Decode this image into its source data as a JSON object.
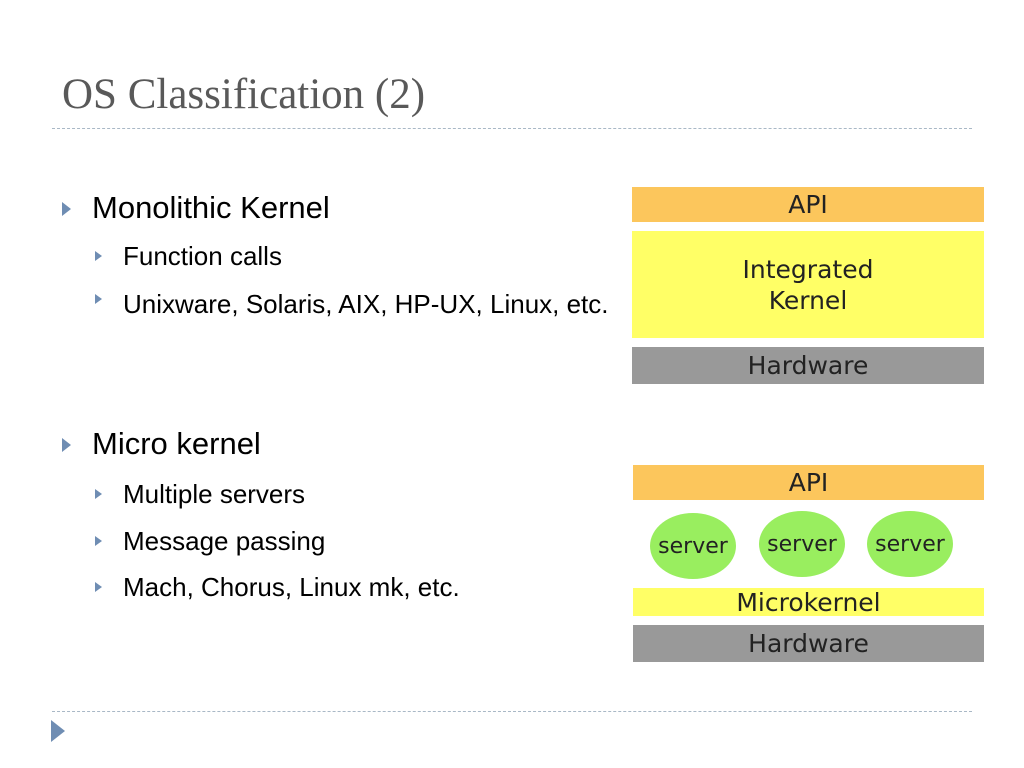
{
  "slide": {
    "title": "OS Classification (2)"
  },
  "bullets": {
    "monolithic": {
      "heading": "Monolithic Kernel",
      "sub": [
        "Function calls",
        "Unixware, Solaris, AIX, HP-UX, Linux, etc."
      ]
    },
    "micro": {
      "heading": "Micro kernel",
      "sub": [
        "Multiple servers",
        "Message passing",
        "Mach, Chorus, Linux mk, etc."
      ]
    }
  },
  "diagram_monolithic": {
    "api": "API",
    "kernel_line1": "Integrated",
    "kernel_line2": "Kernel",
    "hardware": "Hardware"
  },
  "diagram_micro": {
    "api": "API",
    "servers": [
      "server",
      "server",
      "server"
    ],
    "microkernel": "Microkernel",
    "hardware": "Hardware"
  },
  "colors": {
    "api": "#fcc65c",
    "kernel": "#ffff66",
    "hardware": "#999999",
    "server": "#99ee5f",
    "bullet_arrow": "#6f8db3",
    "title": "#595959"
  },
  "icons": {
    "bullet": "triangle-right-icon",
    "nav": "next-slide-arrow-icon"
  }
}
